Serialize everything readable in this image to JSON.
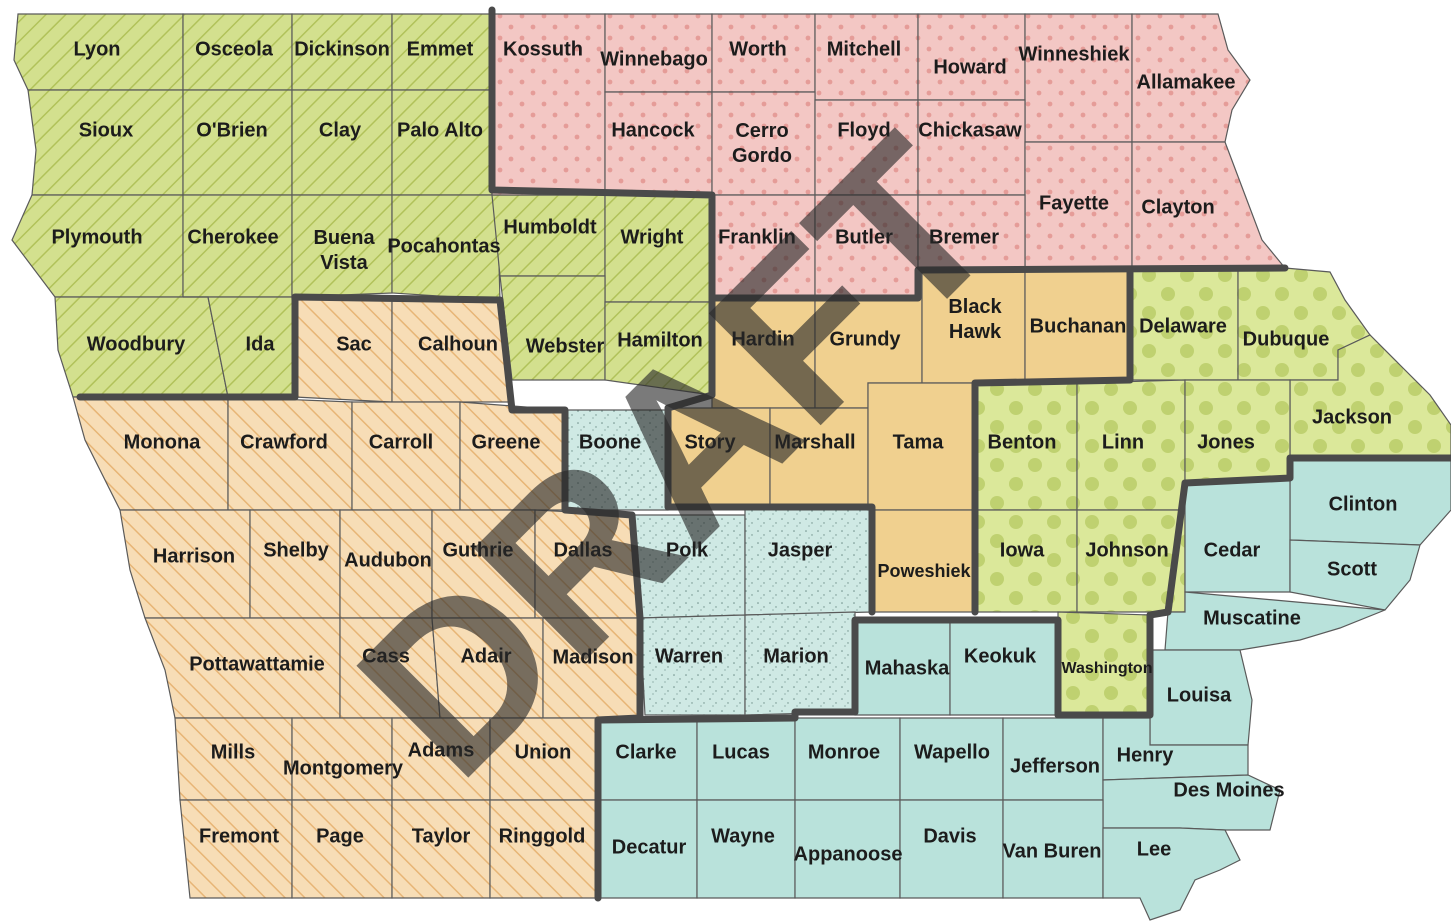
{
  "watermark": "DRAFT",
  "colors": {
    "northwest": "#d3e08e",
    "northeast": "#f3c7c4",
    "southwest": "#f7ddb6",
    "central": "#cfe9e4",
    "northcentral": "#f0d08f",
    "east": "#dbe89a",
    "southeast": "#b9e2db",
    "border": "#4a4a4a"
  },
  "counties": [
    {
      "name": "Lyon",
      "region": "northwest"
    },
    {
      "name": "Osceola",
      "region": "northwest"
    },
    {
      "name": "Dickinson",
      "region": "northwest"
    },
    {
      "name": "Emmet",
      "region": "northwest"
    },
    {
      "name": "Sioux",
      "region": "northwest"
    },
    {
      "name": "O'Brien",
      "region": "northwest"
    },
    {
      "name": "Clay",
      "region": "northwest"
    },
    {
      "name": "Palo Alto",
      "region": "northwest"
    },
    {
      "name": "Plymouth",
      "region": "northwest"
    },
    {
      "name": "Cherokee",
      "region": "northwest"
    },
    {
      "name": "Buena Vista",
      "region": "northwest"
    },
    {
      "name": "Pocahontas",
      "region": "northwest"
    },
    {
      "name": "Humboldt",
      "region": "northwest"
    },
    {
      "name": "Wright",
      "region": "northwest"
    },
    {
      "name": "Woodbury",
      "region": "northwest"
    },
    {
      "name": "Ida",
      "region": "northwest"
    },
    {
      "name": "Webster",
      "region": "northwest"
    },
    {
      "name": "Hamilton",
      "region": "northwest"
    },
    {
      "name": "Kossuth",
      "region": "northeast"
    },
    {
      "name": "Winnebago",
      "region": "northeast"
    },
    {
      "name": "Worth",
      "region": "northeast"
    },
    {
      "name": "Mitchell",
      "region": "northeast"
    },
    {
      "name": "Howard",
      "region": "northeast"
    },
    {
      "name": "Winneshiek",
      "region": "northeast"
    },
    {
      "name": "Allamakee",
      "region": "northeast"
    },
    {
      "name": "Hancock",
      "region": "northeast"
    },
    {
      "name": "Cerro Gordo",
      "region": "northeast"
    },
    {
      "name": "Floyd",
      "region": "northeast"
    },
    {
      "name": "Chickasaw",
      "region": "northeast"
    },
    {
      "name": "Fayette",
      "region": "northeast"
    },
    {
      "name": "Clayton",
      "region": "northeast"
    },
    {
      "name": "Franklin",
      "region": "northeast"
    },
    {
      "name": "Butler",
      "region": "northeast"
    },
    {
      "name": "Bremer",
      "region": "northeast"
    },
    {
      "name": "Sac",
      "region": "southwest"
    },
    {
      "name": "Calhoun",
      "region": "southwest"
    },
    {
      "name": "Monona",
      "region": "southwest"
    },
    {
      "name": "Crawford",
      "region": "southwest"
    },
    {
      "name": "Carroll",
      "region": "southwest"
    },
    {
      "name": "Greene",
      "region": "southwest"
    },
    {
      "name": "Harrison",
      "region": "southwest"
    },
    {
      "name": "Shelby",
      "region": "southwest"
    },
    {
      "name": "Audubon",
      "region": "southwest"
    },
    {
      "name": "Guthrie",
      "region": "southwest"
    },
    {
      "name": "Dallas",
      "region": "southwest"
    },
    {
      "name": "Pottawattamie",
      "region": "southwest"
    },
    {
      "name": "Cass",
      "region": "southwest"
    },
    {
      "name": "Adair",
      "region": "southwest"
    },
    {
      "name": "Madison",
      "region": "southwest"
    },
    {
      "name": "Mills",
      "region": "southwest"
    },
    {
      "name": "Montgomery",
      "region": "southwest"
    },
    {
      "name": "Adams",
      "region": "southwest"
    },
    {
      "name": "Union",
      "region": "southwest"
    },
    {
      "name": "Fremont",
      "region": "southwest"
    },
    {
      "name": "Page",
      "region": "southwest"
    },
    {
      "name": "Taylor",
      "region": "southwest"
    },
    {
      "name": "Ringgold",
      "region": "southwest"
    },
    {
      "name": "Boone",
      "region": "central"
    },
    {
      "name": "Polk",
      "region": "central"
    },
    {
      "name": "Jasper",
      "region": "central"
    },
    {
      "name": "Warren",
      "region": "central"
    },
    {
      "name": "Marion",
      "region": "central"
    },
    {
      "name": "Hardin",
      "region": "northcentral"
    },
    {
      "name": "Grundy",
      "region": "northcentral"
    },
    {
      "name": "Black Hawk",
      "region": "northcentral"
    },
    {
      "name": "Buchanan",
      "region": "northcentral"
    },
    {
      "name": "Story",
      "region": "northcentral"
    },
    {
      "name": "Marshall",
      "region": "northcentral"
    },
    {
      "name": "Tama",
      "region": "northcentral"
    },
    {
      "name": "Poweshiek",
      "region": "northcentral"
    },
    {
      "name": "Delaware",
      "region": "east"
    },
    {
      "name": "Dubuque",
      "region": "east"
    },
    {
      "name": "Jackson",
      "region": "east"
    },
    {
      "name": "Benton",
      "region": "east"
    },
    {
      "name": "Linn",
      "region": "east"
    },
    {
      "name": "Jones",
      "region": "east"
    },
    {
      "name": "Iowa",
      "region": "east"
    },
    {
      "name": "Johnson",
      "region": "east"
    },
    {
      "name": "Washington",
      "region": "east"
    },
    {
      "name": "Clinton",
      "region": "southeast"
    },
    {
      "name": "Cedar",
      "region": "southeast"
    },
    {
      "name": "Scott",
      "region": "southeast"
    },
    {
      "name": "Muscatine",
      "region": "southeast"
    },
    {
      "name": "Louisa",
      "region": "southeast"
    },
    {
      "name": "Mahaska",
      "region": "southeast"
    },
    {
      "name": "Keokuk",
      "region": "southeast"
    },
    {
      "name": "Clarke",
      "region": "southeast"
    },
    {
      "name": "Lucas",
      "region": "southeast"
    },
    {
      "name": "Monroe",
      "region": "southeast"
    },
    {
      "name": "Wapello",
      "region": "southeast"
    },
    {
      "name": "Jefferson",
      "region": "southeast"
    },
    {
      "name": "Henry",
      "region": "southeast"
    },
    {
      "name": "Des Moines",
      "region": "southeast"
    },
    {
      "name": "Decatur",
      "region": "southeast"
    },
    {
      "name": "Wayne",
      "region": "southeast"
    },
    {
      "name": "Appanoose",
      "region": "southeast"
    },
    {
      "name": "Davis",
      "region": "southeast"
    },
    {
      "name": "Van Buren",
      "region": "southeast"
    },
    {
      "name": "Lee",
      "region": "southeast"
    }
  ]
}
